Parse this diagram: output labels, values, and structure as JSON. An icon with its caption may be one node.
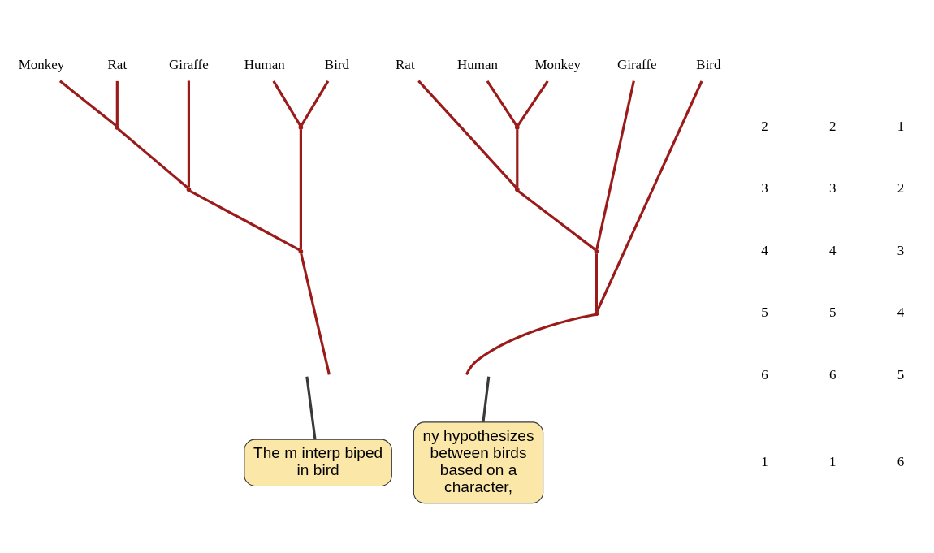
{
  "diagram": {
    "nodes": [
      {
        "text": [
          "Bird"
        ]
      },
      {
        "text": [
          "Human"
        ]
      },
      {
        "text": [
          "Giraffe"
        ]
      },
      {
        "text": [
          "Rat"
        ]
      },
      {
        "text": [
          "Monkey"
        ]
      },
      {
        "text": [
          "Bird"
        ]
      },
      {
        "text": [
          "Giraffe"
        ]
      },
      {
        "text": [
          "Rat"
        ]
      },
      {
        "text": [
          "Monkey"
        ]
      },
      {
        "text": [
          "Human"
        ]
      },
      {
        "text": [],
        "shape": "point"
      },
      {
        "text": [],
        "shape": "point"
      },
      {
        "text": [],
        "shape": "point"
      },
      {
        "text": [],
        "shape": "point"
      },
      {
        "text": [],
        "shape": "point"
      },
      {
        "text": [],
        "shape": "point"
      },
      {
        "text": [],
        "shape": "point"
      },
      {
        "text": [],
        "shape": "point"
      },
      {
        "text": [
          "ny hypothesizes between birds based on a character,"
        ]
      },
      {
        "text": [
          "The m interp biped in bird"
        ]
      }
    ],
    "edges": [
      {
        "from": 13,
        "to": null,
        "arrow": "none"
      },
      {
        "from": 13,
        "to": 11,
        "arrow": "none"
      },
      {
        "from": 13,
        "to": 12,
        "arrow": "none"
      },
      {
        "from": 11,
        "to": 0,
        "arrow": "none"
      },
      {
        "from": 11,
        "to": 1,
        "arrow": "none"
      },
      {
        "from": 12,
        "to": 2,
        "arrow": "none"
      },
      {
        "from": 12,
        "to": 10,
        "arrow": "none"
      },
      {
        "from": 10,
        "to": 3,
        "arrow": "none"
      },
      {
        "from": 10,
        "to": 4,
        "arrow": "none"
      },
      {
        "from": 17,
        "to": null,
        "arrow": "none"
      },
      {
        "from": 17,
        "to": 5,
        "arrow": "none"
      },
      {
        "from": 17,
        "to": 16,
        "arrow": "none"
      },
      {
        "from": 16,
        "to": 6,
        "arrow": "none"
      },
      {
        "from": 16,
        "to": 15,
        "arrow": "none"
      },
      {
        "from": 15,
        "to": 7,
        "arrow": "none"
      },
      {
        "from": 15,
        "to": 14,
        "arrow": "none"
      },
      {
        "from": 14,
        "to": 8,
        "arrow": "none"
      },
      {
        "from": 14,
        "to": 9,
        "arrow": "none"
      },
      {
        "from": 18,
        "to": null,
        "arrow": "none",
        "color": "#3a3a3a"
      },
      {
        "from": 19,
        "to": null,
        "arrow": "none",
        "color": "#3a3a3a"
      }
    ],
    "labels": [
      "2",
      "3",
      "4",
      "5",
      "6",
      "1",
      "2",
      "3",
      "4",
      "5",
      "6",
      "1",
      "1",
      "2",
      "3",
      "4",
      "5",
      "6"
    ]
  }
}
